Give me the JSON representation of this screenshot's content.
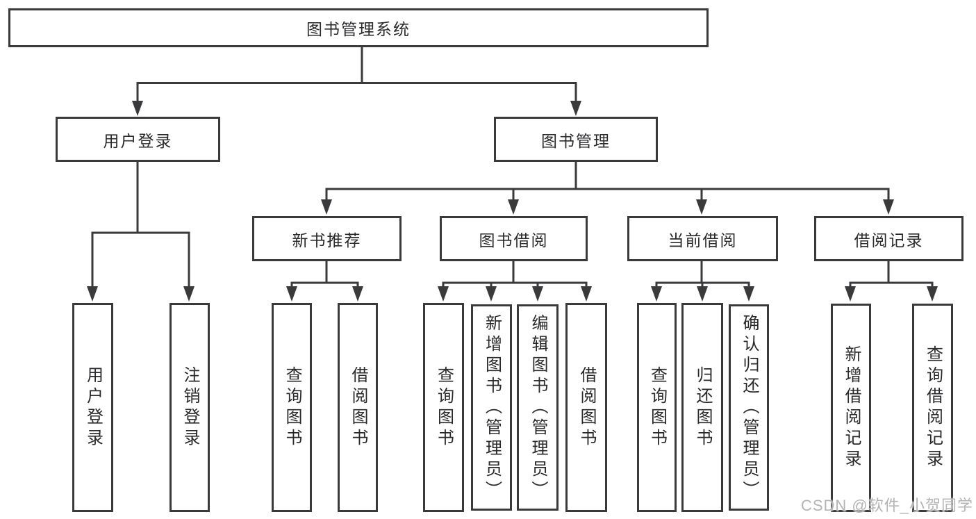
{
  "nodes": {
    "root": {
      "label": "图书管理系统"
    },
    "level2": [
      {
        "label": "用户登录"
      },
      {
        "label": "图书管理"
      }
    ],
    "level3": [
      {
        "label": "新书推荐",
        "parent": "图书管理"
      },
      {
        "label": "图书借阅",
        "parent": "图书管理"
      },
      {
        "label": "当前借阅",
        "parent": "图书管理"
      },
      {
        "label": "借阅记录",
        "parent": "图书管理"
      }
    ],
    "leaves": [
      {
        "label": "用户登录",
        "parent": "用户登录"
      },
      {
        "label": "注销登录",
        "parent": "用户登录"
      },
      {
        "label": "查询图书",
        "parent": "新书推荐"
      },
      {
        "label": "借阅图书",
        "parent": "新书推荐"
      },
      {
        "label": "查询图书",
        "parent": "图书借阅"
      },
      {
        "label": "新增图书（管理员）",
        "parent": "图书借阅"
      },
      {
        "label": "编辑图书（管理员）",
        "parent": "图书借阅"
      },
      {
        "label": "借阅图书",
        "parent": "图书借阅"
      },
      {
        "label": "查询图书",
        "parent": "当前借阅"
      },
      {
        "label": "归还图书",
        "parent": "当前借阅"
      },
      {
        "label": "确认归还（管理员）",
        "parent": "当前借阅"
      },
      {
        "label": "新增借阅记录",
        "parent": "借阅记录"
      },
      {
        "label": "查询借阅记录",
        "parent": "借阅记录"
      }
    ]
  },
  "watermark": {
    "text": "CSDN @软件_小贺同学"
  },
  "colors": {
    "line": "#3a3a3c",
    "text": "#2a2a2c",
    "watermark": "#b4b4b4",
    "background": "#ffffff"
  }
}
